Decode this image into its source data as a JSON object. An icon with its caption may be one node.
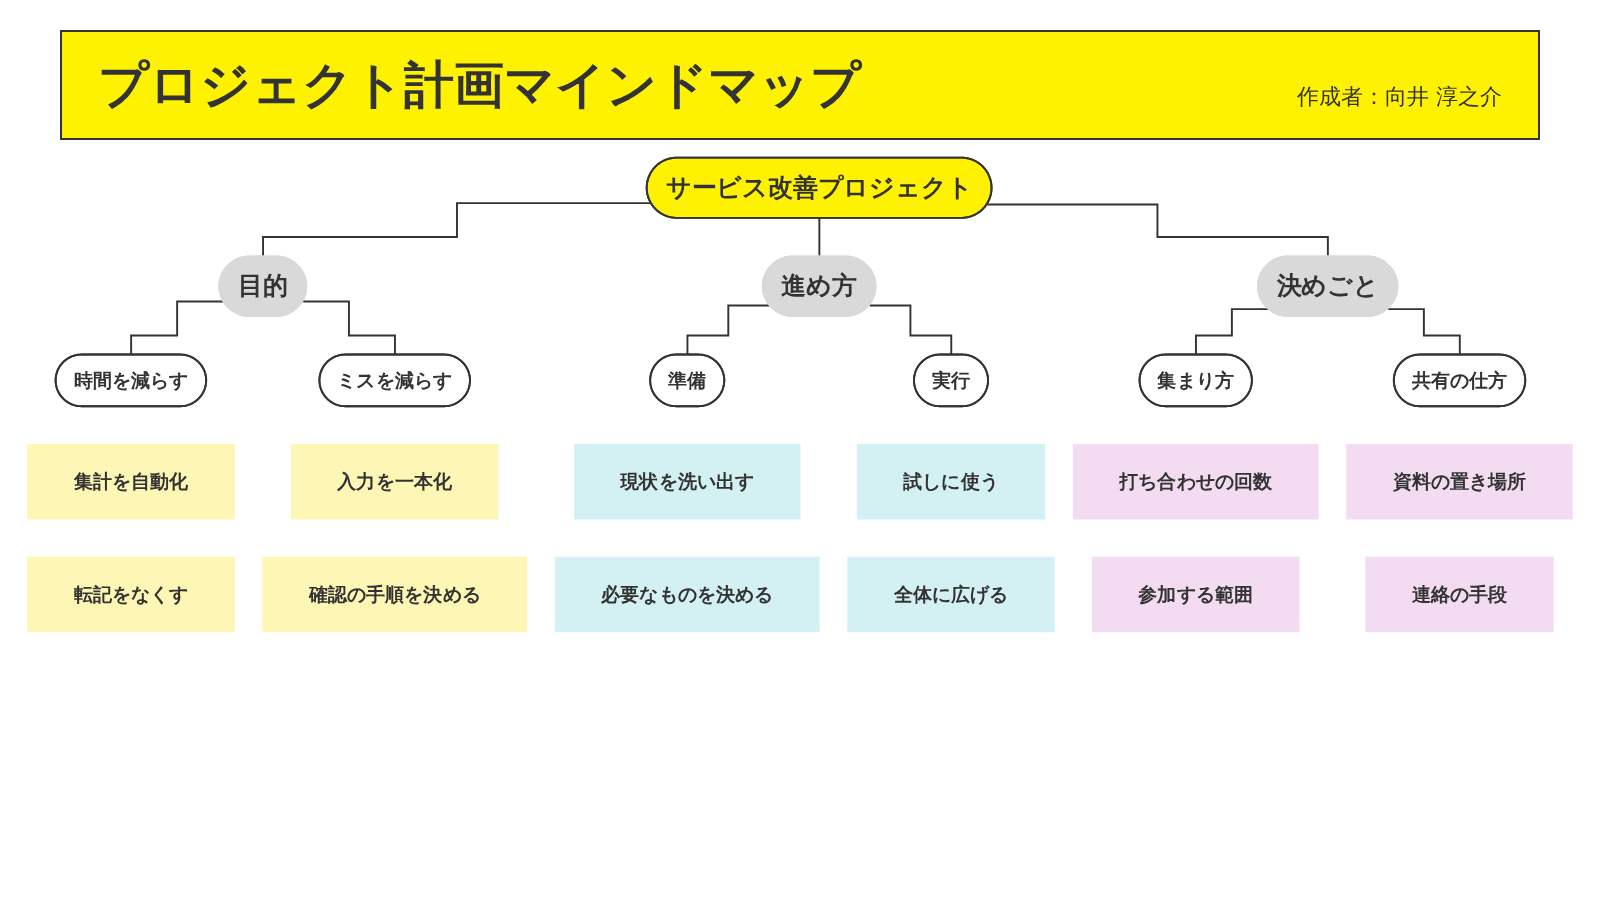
{
  "diagram": {
    "title": "プロジェクト計画マインドマップ",
    "nodes": [
      {
        "text": [
          "サービス改善プロジェクト"
        ]
      },
      {
        "text": [
          "目的"
        ]
      },
      {
        "text": [
          "進め方"
        ]
      },
      {
        "text": [
          "決めごと"
        ]
      },
      {
        "text": [
          "時間を減らす"
        ]
      },
      {
        "text": [
          "ミスを減らす"
        ]
      },
      {
        "text": [
          "準備"
        ]
      },
      {
        "text": [
          "実行"
        ]
      },
      {
        "text": [
          "集まり方"
        ]
      },
      {
        "text": [
          "共有の仕方"
        ]
      },
      {
        "text": [
          "集計を自動化"
        ]
      },
      {
        "text": [
          "転記をなくす"
        ]
      },
      {
        "text": [
          "入力を一本化"
        ]
      },
      {
        "text": [
          "確認の手順を決める"
        ]
      },
      {
        "text": [
          "現状を洗い出す"
        ]
      },
      {
        "text": [
          "必要なものを決める"
        ]
      },
      {
        "text": [
          "試しに使う"
        ]
      },
      {
        "text": [
          "全体に広げる"
        ]
      },
      {
        "text": [
          "打ち合わせの回数"
        ]
      },
      {
        "text": [
          "参加する範囲"
        ]
      },
      {
        "text": [
          "資料の置き場所"
        ]
      },
      {
        "text": [
          "連絡の手段"
        ]
      }
    ],
    "edges": [
      {
        "from": 0,
        "to": 1,
        "arrow": "none"
      },
      {
        "from": 0,
        "to": 2,
        "arrow": "none"
      },
      {
        "from": 0,
        "to": 3,
        "arrow": "none"
      },
      {
        "from": 1,
        "to": 4,
        "arrow": "none"
      },
      {
        "from": 1,
        "to": 5,
        "arrow": "none"
      },
      {
        "from": 2,
        "to": 6,
        "arrow": "none"
      },
      {
        "from": 2,
        "to": 7,
        "arrow": "none"
      },
      {
        "from": 3,
        "to": 8,
        "arrow": "none"
      },
      {
        "from": 3,
        "to": 9,
        "arrow": "none"
      }
    ],
    "labels": [
      "作成者：向井 淳之介"
    ]
  }
}
